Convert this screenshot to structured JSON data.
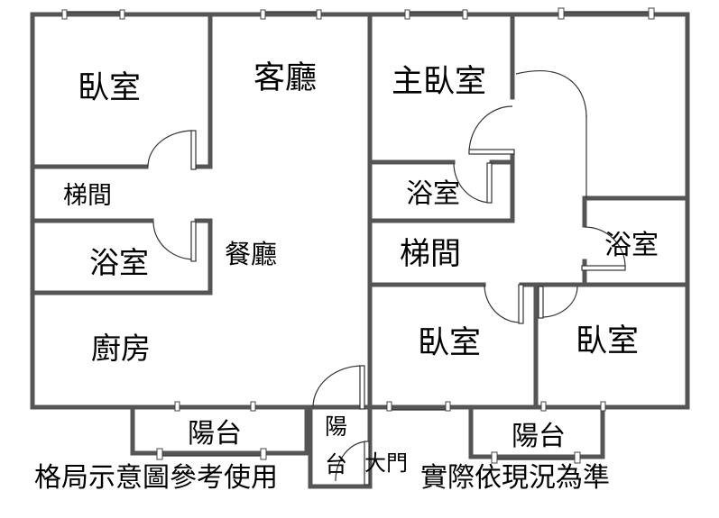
{
  "rooms": {
    "bedroom_nw": "臥室",
    "living_room": "客廳",
    "master_bedroom": "主臥室",
    "stair_west": "梯間",
    "bath_master": "浴室",
    "bath_west": "浴室",
    "dining_room": "餐廳",
    "stair_east": "梯間",
    "bath_east": "浴室",
    "kitchen": "廚房",
    "bedroom_south_a": "臥室",
    "bedroom_south_b": "臥室",
    "balcony_west": "陽台",
    "balcony_center_top": "陽",
    "balcony_center_bottom": "台",
    "main_door": "大門",
    "balcony_east": "陽台"
  },
  "captions": {
    "left": "格局示意圖參考使用",
    "right": "實際依現況為準"
  },
  "colors": {
    "wall": "#555555",
    "text": "#000000",
    "background": "#ffffff"
  }
}
